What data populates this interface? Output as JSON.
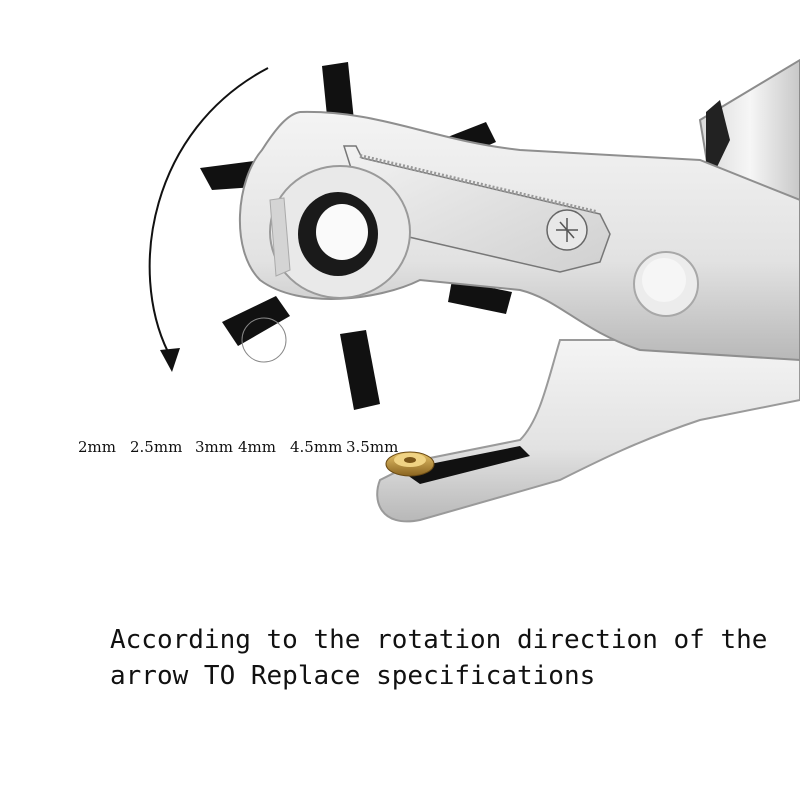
{
  "image": {
    "subject": "rotary-leather-hole-punch-pliers",
    "colors": {
      "background": "#ffffff",
      "tool_body": "#e6e6e6",
      "tool_shadow": "#9a9a9a",
      "punch_tubes": "#111111",
      "brass_anvil": "#b8862b",
      "text": "#111111"
    }
  },
  "size_labels": [
    "2mm",
    "2.5mm",
    "3mm",
    "4mm",
    "4.5mm",
    "3.5mm"
  ],
  "caption": {
    "line1": "According to the rotation direction of the",
    "line2": "arrow TO Replace specifications"
  }
}
